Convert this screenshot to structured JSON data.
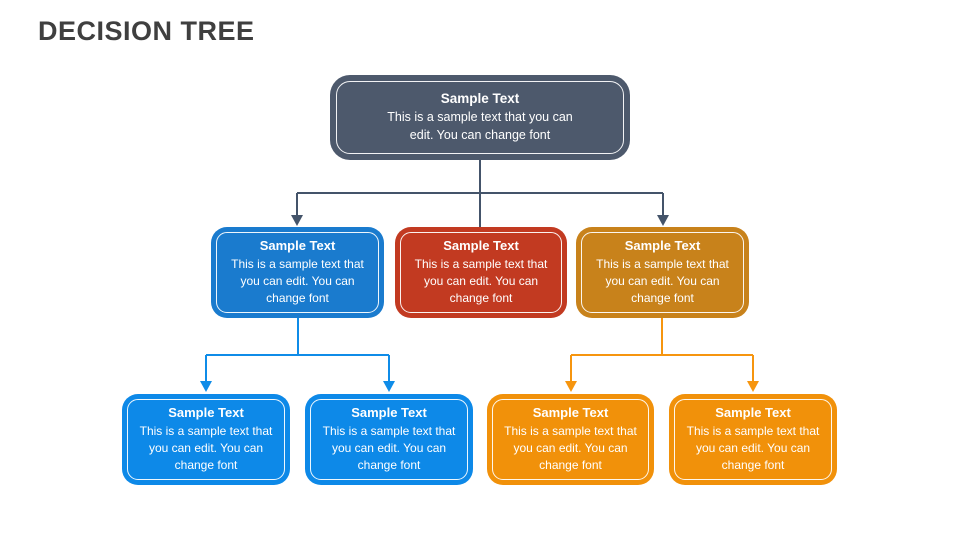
{
  "slide_title": "DECISION TREE",
  "colors": {
    "title_text": "#3f3f3f",
    "node_text": "#ffffff",
    "root_fill": "#4d596c",
    "blue_parent_fill": "#1a7bce",
    "red_fill": "#c23a21",
    "orange_parent_fill": "#c8821b",
    "blue_child_fill": "#0d89e8",
    "orange_child_fill": "#f1910a"
  },
  "connectors": {
    "dark": "#44546a",
    "blue": "#0f8ce8",
    "orange": "#f6950f"
  },
  "nodes": {
    "root": {
      "title": "Sample Text",
      "lines": [
        "This is a sample text that you can",
        "edit. You can change font"
      ]
    },
    "l2_blue": {
      "title": "Sample Text",
      "lines": [
        "This is a sample text that",
        "you can edit. You can",
        "change font"
      ]
    },
    "l2_red": {
      "title": "Sample Text",
      "lines": [
        "This is a sample text that",
        "you can edit. You can",
        "change font"
      ]
    },
    "l2_orange": {
      "title": "Sample Text",
      "lines": [
        "This is a sample text that",
        "you can edit. You can",
        "change font"
      ]
    },
    "l3_blue1": {
      "title": "Sample Text",
      "lines": [
        "This is a sample text that",
        "you can edit. You can",
        "change font"
      ]
    },
    "l3_blue2": {
      "title": "Sample Text",
      "lines": [
        "This is a sample text that",
        "you can edit. You can",
        "change font"
      ]
    },
    "l3_orange1": {
      "title": "Sample Text",
      "lines": [
        "This is a sample text that",
        "you can edit. You can",
        "change font"
      ]
    },
    "l3_orange2": {
      "title": "Sample Text",
      "lines": [
        "This is a sample text that",
        "you can edit. You can",
        "change font"
      ]
    }
  }
}
